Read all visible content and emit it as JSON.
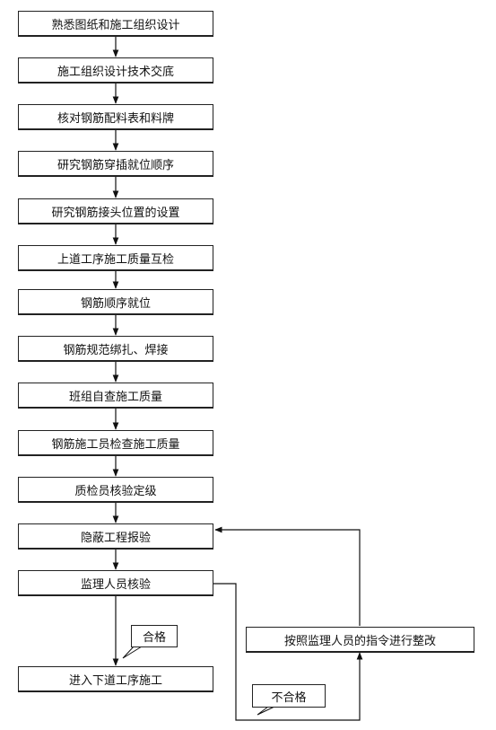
{
  "steps": [
    {
      "label": "熟悉图纸和施工组织设计"
    },
    {
      "label": "施工组织设计技术交底"
    },
    {
      "label": "核对钢筋配料表和料牌"
    },
    {
      "label": "研究钢筋穿插就位顺序"
    },
    {
      "label": "研究钢筋接头位置的设置"
    },
    {
      "label": "上道工序施工质量互检"
    },
    {
      "label": "钢筋顺序就位"
    },
    {
      "label": "钢筋规范绑扎、焊接"
    },
    {
      "label": "班组自查施工质量"
    },
    {
      "label": "钢筋施工员检查施工质量"
    },
    {
      "label": "质检员核验定级"
    },
    {
      "label": "隐蔽工程报验"
    },
    {
      "label": "监理人员核验"
    }
  ],
  "final_step": {
    "label": "进入下道工序施工"
  },
  "rectify_step": {
    "label": "按照监理人员的指令进行整改"
  },
  "pass_note": {
    "label": "合格"
  },
  "fail_note": {
    "label": "不合格"
  }
}
